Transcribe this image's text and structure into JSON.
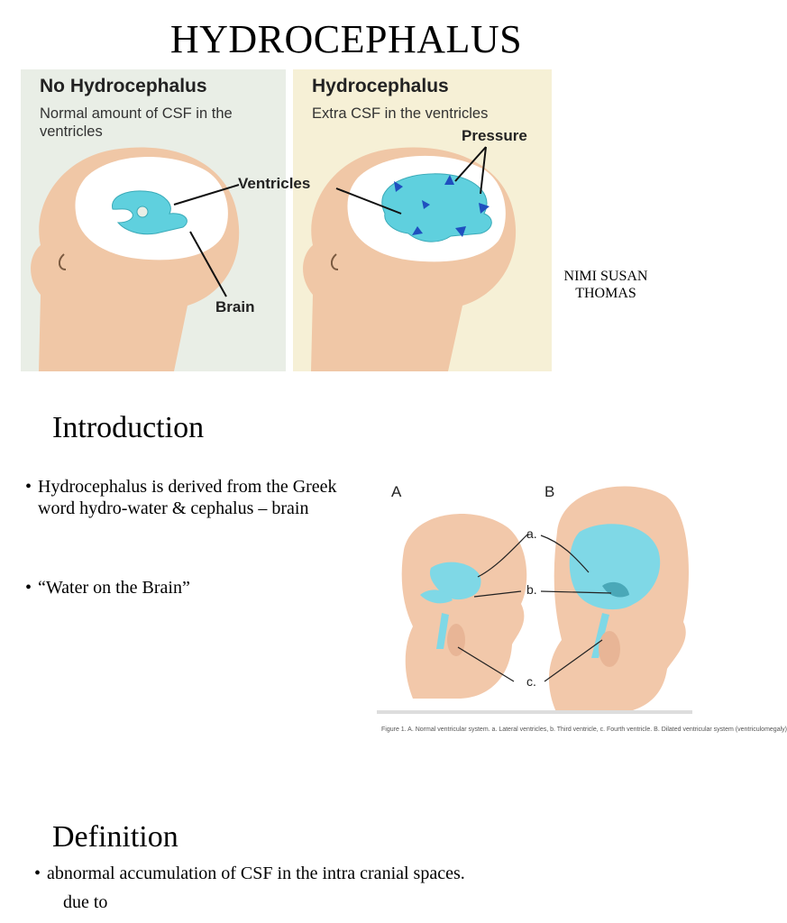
{
  "title": "HYDROCEPHALUS",
  "author": "NIMI SUSAN THOMAS",
  "figure_top": {
    "left_panel": {
      "title": "No Hydrocephalus",
      "subtitle": "Normal amount of CSF in the ventricles"
    },
    "right_panel": {
      "title": "Hydrocephalus",
      "subtitle": "Extra CSF in the ventricles"
    },
    "labels": {
      "ventricles": "Ventricles",
      "brain": "Brain",
      "pressure": "Pressure"
    },
    "colors": {
      "skin": "#f0c7a6",
      "brain": "#ffffff",
      "csf": "#5fd0de",
      "arrows": "#1f4fbf"
    }
  },
  "introduction": {
    "heading": "Introduction",
    "bullets": [
      "Hydrocephalus is derived from the Greek word hydro-water & cephalus – brain",
      "“Water on the Brain”"
    ]
  },
  "figure_right": {
    "panel_a": "A",
    "panel_b": "B",
    "label_a": "a.",
    "label_b": "b.",
    "label_c": "c.",
    "caption": "Figure 1. A. Normal ventricular system. a. Lateral ventricles, b. Third ventricle, c. Fourth ventricle. B. Dilated ventricular system (ventriculomegaly)"
  },
  "definition": {
    "heading": "Definition",
    "bullets": [
      "abnormal accumulation of CSF in the intra cranial spaces."
    ],
    "continuation": "due to"
  }
}
